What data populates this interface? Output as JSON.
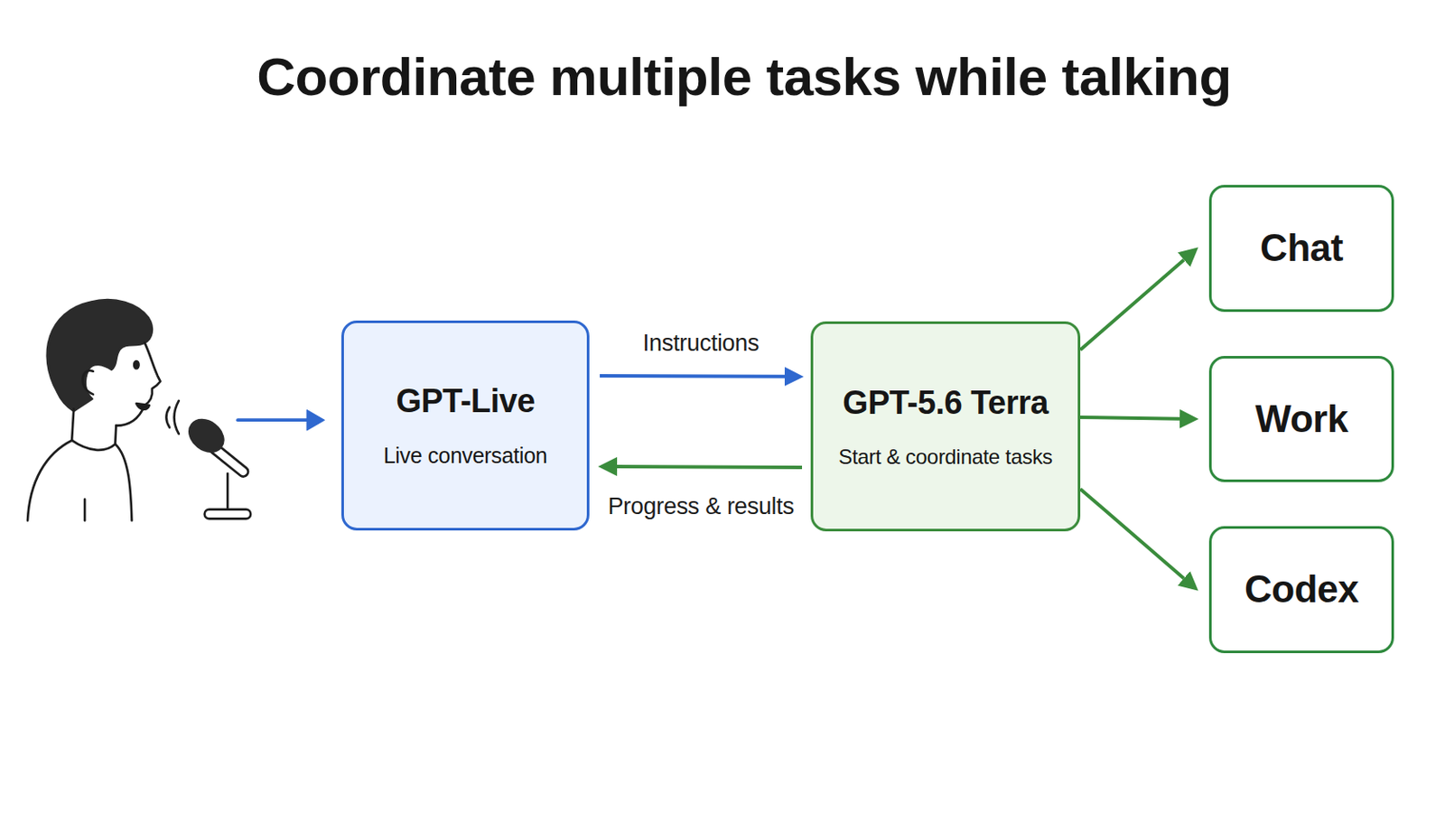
{
  "diagram": {
    "title": "Coordinate multiple tasks while talking",
    "nodes": [
      {
        "text": [
          "GPT-Live",
          "Live conversation"
        ]
      },
      {
        "text": [
          "GPT-5.6 Terra",
          "Start & coordinate tasks"
        ]
      },
      {
        "text": [
          "Chat"
        ]
      },
      {
        "text": [
          "Work"
        ]
      },
      {
        "text": [
          "Codex"
        ]
      }
    ],
    "edges": [
      {
        "from": 0,
        "to": 1,
        "label": "Instructions",
        "arrow": "to"
      },
      {
        "from": 1,
        "to": 0,
        "label": "Progress & results",
        "arrow": "to"
      },
      {
        "from": 1,
        "to": 2,
        "arrow": "to"
      },
      {
        "from": 1,
        "to": 3,
        "arrow": "to"
      },
      {
        "from": 1,
        "to": 4,
        "arrow": "to"
      }
    ]
  }
}
